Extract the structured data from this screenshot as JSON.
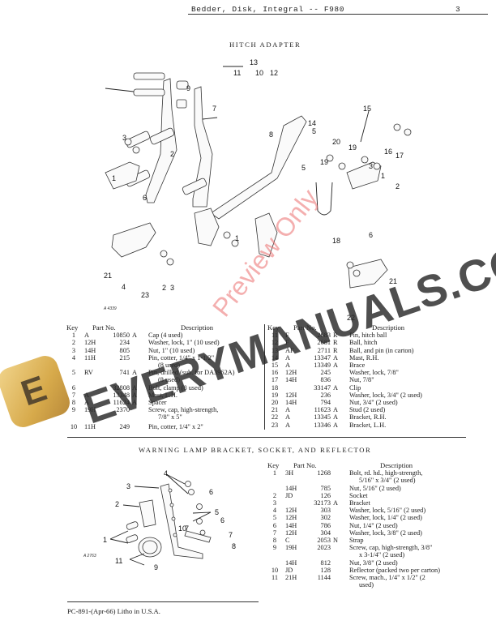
{
  "header": {
    "title": "Bedder, Disk, Integral -- F980",
    "page_number": "3"
  },
  "section1": {
    "title": "HITCH ADAPTER",
    "figure_label": "A 4339",
    "callouts": [
      "1",
      "2",
      "3",
      "4",
      "5",
      "6",
      "7",
      "8",
      "9",
      "10",
      "11",
      "12",
      "13",
      "14",
      "15",
      "16",
      "17",
      "18",
      "19",
      "20",
      "21",
      "22",
      "23"
    ],
    "columns": {
      "key": "Key",
      "part_no": "Part No.",
      "description": "Description"
    },
    "left_rows": [
      {
        "key": "1",
        "prefix": "A",
        "number": "10850",
        "suffix": "A",
        "description": "Cap (4 used)",
        "cont": ""
      },
      {
        "key": "2",
        "prefix": "12H",
        "number": "234",
        "suffix": "",
        "description": "Washer, lock, 1\" (10 used)",
        "cont": ""
      },
      {
        "key": "3",
        "prefix": "14H",
        "number": "805",
        "suffix": "",
        "description": "Nut, 1\" (10 used)",
        "cont": ""
      },
      {
        "key": "4",
        "prefix": "11H",
        "number": "215",
        "suffix": "",
        "description": "Pin, cotter, 1/4\" x 1-1/2\"",
        "cont": "(8 used)"
      },
      {
        "key": "5",
        "prefix": "RV",
        "number": "741",
        "suffix": "A",
        "description": "Pin, drilled (sub. for DA3962A)",
        "cont": "(8 used)"
      },
      {
        "key": "6",
        "prefix": "",
        "number": "32808",
        "suffix": "A",
        "description": "Bolt, clamp (8 used)",
        "cont": ""
      },
      {
        "key": "7",
        "prefix": "A",
        "number": "13348",
        "suffix": "A",
        "description": "Mast, L.H.",
        "cont": ""
      },
      {
        "key": "8",
        "prefix": "A",
        "number": "11624",
        "suffix": "A",
        "description": "Spacer",
        "cont": ""
      },
      {
        "key": "9",
        "prefix": "19H",
        "number": "2370",
        "suffix": "",
        "description": "Screw, cap, high-strength,",
        "cont": "7/8\" x 5\""
      },
      {
        "key": "10",
        "prefix": "11H",
        "number": "249",
        "suffix": "",
        "description": "Pin, cotter, 1/4\" x 2\"",
        "cont": ""
      }
    ],
    "right_rows": [
      {
        "key": "11",
        "prefix": "F",
        "number": "2683",
        "suffix": "R",
        "description": "Pin, hitch ball",
        "cont": ""
      },
      {
        "key": "12",
        "prefix": "F",
        "number": "2681",
        "suffix": "R",
        "description": "Ball, hitch",
        "cont": ""
      },
      {
        "key": "13",
        "prefix": "AF",
        "number": "2711",
        "suffix": "R",
        "description": "Ball, and pin (in carton)",
        "cont": ""
      },
      {
        "key": "14",
        "prefix": "A",
        "number": "13347",
        "suffix": "A",
        "description": "Mast, R.H.",
        "cont": ""
      },
      {
        "key": "15",
        "prefix": "A",
        "number": "13349",
        "suffix": "A",
        "description": "Brace",
        "cont": ""
      },
      {
        "key": "16",
        "prefix": "12H",
        "number": "245",
        "suffix": "",
        "description": "Washer, lock, 7/8\"",
        "cont": ""
      },
      {
        "key": "17",
        "prefix": "14H",
        "number": "836",
        "suffix": "",
        "description": "Nut, 7/8\"",
        "cont": ""
      },
      {
        "key": "18",
        "prefix": "",
        "number": "33147",
        "suffix": "A",
        "description": "Clip",
        "cont": ""
      },
      {
        "key": "19",
        "prefix": "12H",
        "number": "236",
        "suffix": "",
        "description": "Washer, lock, 3/4\" (2 used)",
        "cont": ""
      },
      {
        "key": "20",
        "prefix": "14H",
        "number": "794",
        "suffix": "",
        "description": "Nut, 3/4\" (2 used)",
        "cont": ""
      },
      {
        "key": "21",
        "prefix": "A",
        "number": "11623",
        "suffix": "A",
        "description": "Stud (2 used)",
        "cont": ""
      },
      {
        "key": "22",
        "prefix": "A",
        "number": "13345",
        "suffix": "A",
        "description": "Bracket, R.H.",
        "cont": ""
      },
      {
        "key": "23",
        "prefix": "A",
        "number": "13346",
        "suffix": "A",
        "description": "Bracket, L.H.",
        "cont": ""
      }
    ]
  },
  "section2": {
    "title": "WARNING LAMP BRACKET, SOCKET, AND REFLECTOR",
    "figure_label": "A 2763",
    "callouts": [
      "1",
      "2",
      "3",
      "4",
      "5",
      "6",
      "7",
      "8",
      "9",
      "10",
      "11"
    ],
    "columns": {
      "key": "Key",
      "part_no": "Part No.",
      "description": "Description"
    },
    "rows": [
      {
        "key": "1",
        "prefix": "3H",
        "number": "1268",
        "suffix": "",
        "description": "Bolt, rd. hd., high-strength,",
        "cont": "5/16\" x 3/4\" (2 used)"
      },
      {
        "key": "",
        "prefix": "14H",
        "number": "785",
        "suffix": "",
        "description": "Nut, 5/16\" (2 used)",
        "cont": ""
      },
      {
        "key": "2",
        "prefix": "JD",
        "number": "126",
        "suffix": "",
        "description": "Socket",
        "cont": ""
      },
      {
        "key": "3",
        "prefix": "",
        "number": "32173",
        "suffix": "A",
        "description": "Bracket",
        "cont": ""
      },
      {
        "key": "4",
        "prefix": "12H",
        "number": "303",
        "suffix": "",
        "description": "Washer, lock, 5/16\" (2 used)",
        "cont": ""
      },
      {
        "key": "5",
        "prefix": "12H",
        "number": "302",
        "suffix": "",
        "description": "Washer, lock, 1/4\" (2 used)",
        "cont": ""
      },
      {
        "key": "6",
        "prefix": "14H",
        "number": "786",
        "suffix": "",
        "description": "Nut, 1/4\" (2 used)",
        "cont": ""
      },
      {
        "key": "7",
        "prefix": "12H",
        "number": "304",
        "suffix": "",
        "description": "Washer, lock, 3/8\" (2 used)",
        "cont": ""
      },
      {
        "key": "8",
        "prefix": "C",
        "number": "2053",
        "suffix": "N",
        "description": "Strap",
        "cont": ""
      },
      {
        "key": "9",
        "prefix": "19H",
        "number": "2023",
        "suffix": "",
        "description": "Screw, cap, high-strength, 3/8\"",
        "cont": "x 3-1/4\" (2 used)"
      },
      {
        "key": "",
        "prefix": "14H",
        "number": "812",
        "suffix": "",
        "description": "Nut, 3/8\" (2 used)",
        "cont": ""
      },
      {
        "key": "10",
        "prefix": "JD",
        "number": "128",
        "suffix": "",
        "description": "Reflector (packed two per carton)",
        "cont": ""
      },
      {
        "key": "11",
        "prefix": "21H",
        "number": "1144",
        "suffix": "",
        "description": "Screw, mach., 1/4\" x 1/2\" (2",
        "cont": "used)"
      }
    ]
  },
  "footer": {
    "text": "PC-891-(Apr-66)   Litho in U.S.A."
  },
  "watermark": {
    "main": "EVERYMANUALS.COM",
    "preview": "Preview Only",
    "logo_letter": "E",
    "colors": {
      "main": "#333333",
      "preview": "#eb6e6e",
      "logo": "#d7aa4b"
    }
  }
}
